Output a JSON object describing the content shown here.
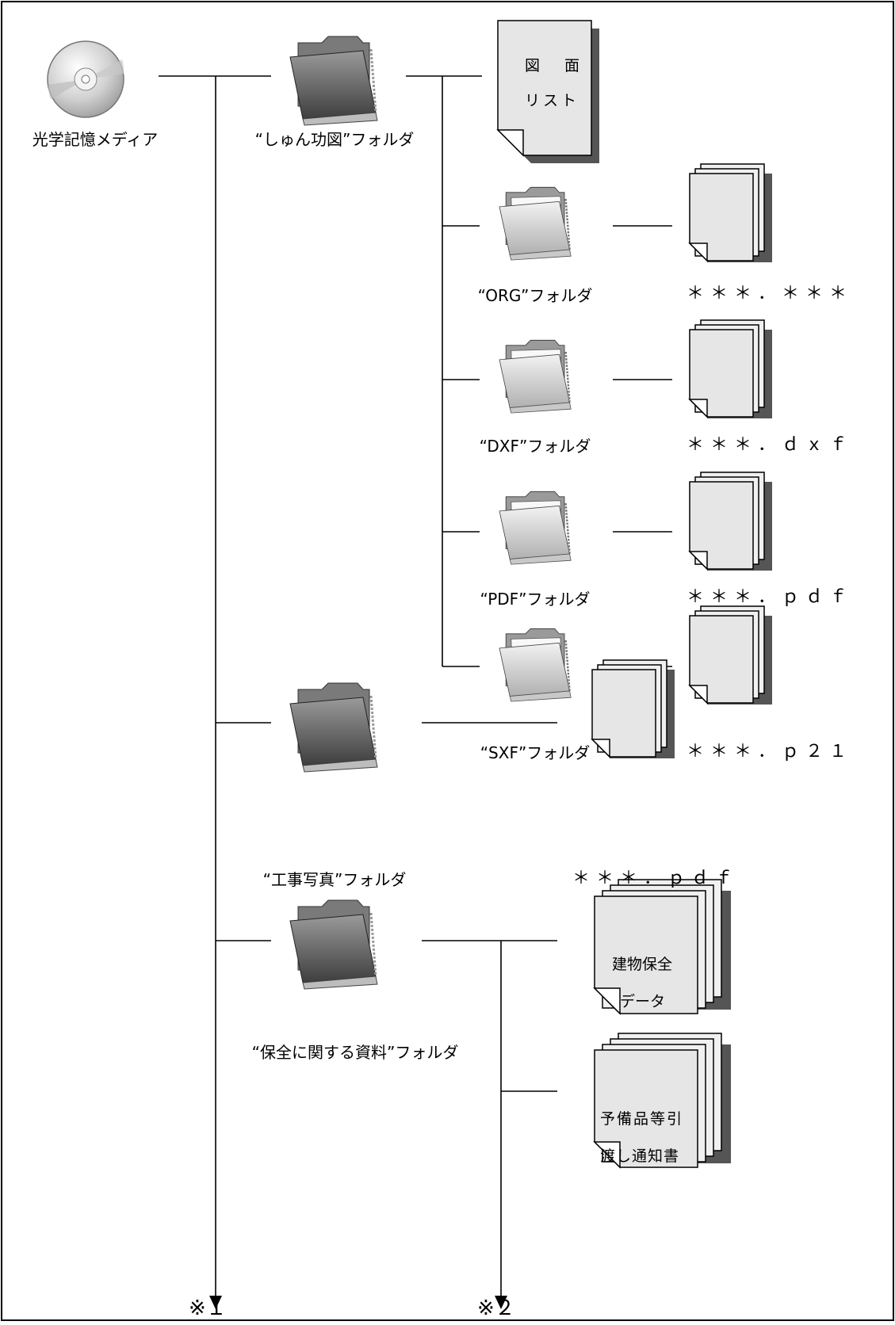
{
  "nodes": {
    "media": {
      "label": "光学記憶メディア",
      "icon": "optical-disc-icon"
    },
    "shunkou_folder": {
      "label": "“しゅん功図”フォルダ",
      "icon": "folder-icon"
    },
    "drawing_list": {
      "line1": "図　面",
      "line2": "リスト",
      "icon": "document-icon"
    },
    "org_folder": {
      "label": "“ORG”フォルダ",
      "icon": "folder-open-icon",
      "files": "＊＊＊．＊＊＊"
    },
    "dxf_folder": {
      "label": "“DXF”フォルダ",
      "icon": "folder-open-icon",
      "files": "＊＊＊．ｄｘｆ"
    },
    "pdf_folder": {
      "label": "“PDF”フォルダ",
      "icon": "folder-open-icon",
      "files": "＊＊＊．ｐｄｆ"
    },
    "sxf_folder": {
      "label": "“SXF”フォルダ",
      "icon": "folder-open-icon",
      "files": "＊＊＊．ｐ２１"
    },
    "photo_folder": {
      "label": "“工事写真”フォルダ",
      "icon": "folder-icon",
      "files": "＊＊＊．ｐｄｆ"
    },
    "maintenance_folder": {
      "label": "“保全に関する資料”フォルダ",
      "icon": "folder-icon"
    },
    "building_data": {
      "line1": "建物保全",
      "line2": "データ",
      "icon": "document-stack-icon"
    },
    "spare_parts_notice": {
      "line1": "予備品等引",
      "line2": "渡し通知書",
      "icon": "document-stack-icon"
    }
  },
  "notes": {
    "note1": "※１",
    "note2": "※２"
  },
  "colors": {
    "line": "#000000",
    "doc_fill": "#e6e6e6",
    "shadow": "#555555",
    "folder_dark": "#6e6e6e",
    "folder_light": "#d8d8d8"
  }
}
